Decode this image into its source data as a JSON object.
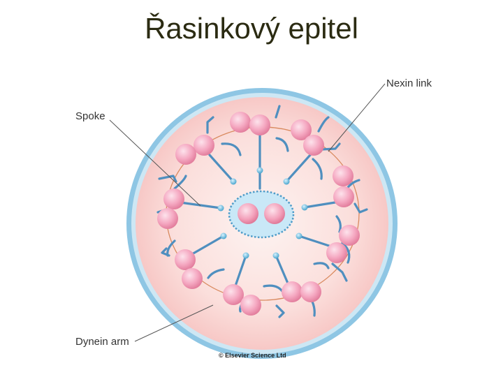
{
  "slide": {
    "title": "Řasinkový epitel"
  },
  "diagram": {
    "labels": {
      "spoke": "Spoke",
      "nexin_link": "Nexin link",
      "dynein_arm": "Dynein arm"
    },
    "credit": "© Elsevier Science Ltd"
  }
}
